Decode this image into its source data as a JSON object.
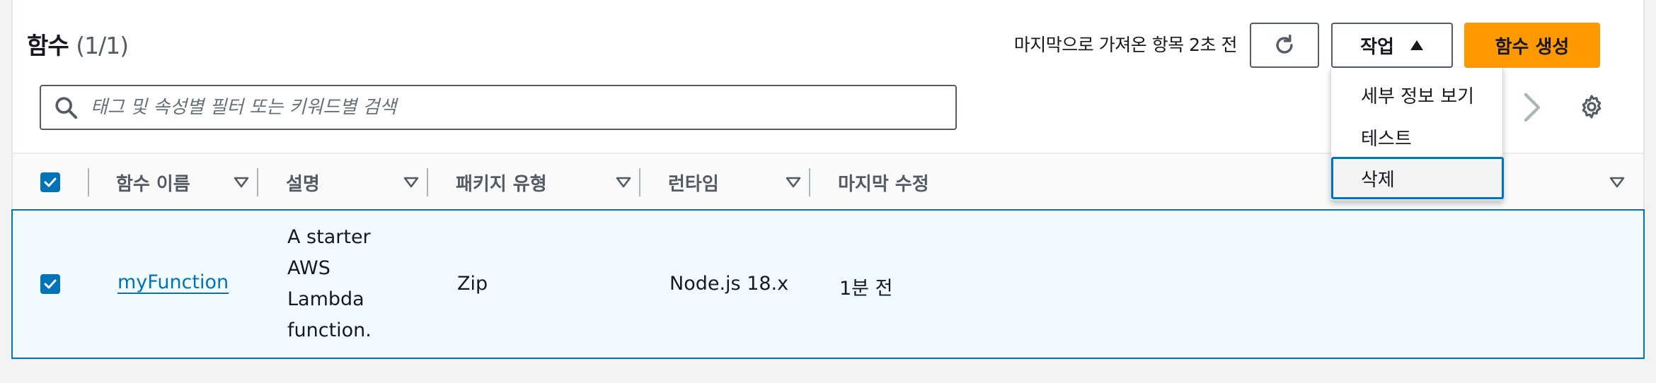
{
  "header": {
    "title": "함수",
    "count": "(1/1)",
    "last_fetched": "마지막으로 가져온 항목 2초 전",
    "actions_label": "작업",
    "create_label": "함수 생성"
  },
  "search": {
    "placeholder": "태그 및 속성별 필터 또는 키워드별 검색"
  },
  "actions_menu": {
    "items": [
      "세부 정보 보기",
      "테스트",
      "삭제"
    ],
    "focused_index": 2
  },
  "table": {
    "columns": [
      "함수 이름",
      "설명",
      "패키지 유형",
      "런타임",
      "마지막 수정"
    ],
    "rows": [
      {
        "selected": true,
        "name": "myFunction",
        "description_lines": [
          "A starter",
          "AWS",
          "Lambda",
          "function."
        ],
        "package_type": "Zip",
        "runtime": "Node.js 18.x",
        "last_modified": "1분 전"
      }
    ]
  },
  "colors": {
    "primary": "#ff9900",
    "link": "#0073bb",
    "selected_row_bg": "#f1faff"
  },
  "icons": {
    "refresh": "refresh-icon",
    "caret_up": "caret-up-icon",
    "search": "search-icon",
    "next": "chevron-right-icon",
    "settings": "gear-icon",
    "sort": "sort-caret-icon"
  }
}
